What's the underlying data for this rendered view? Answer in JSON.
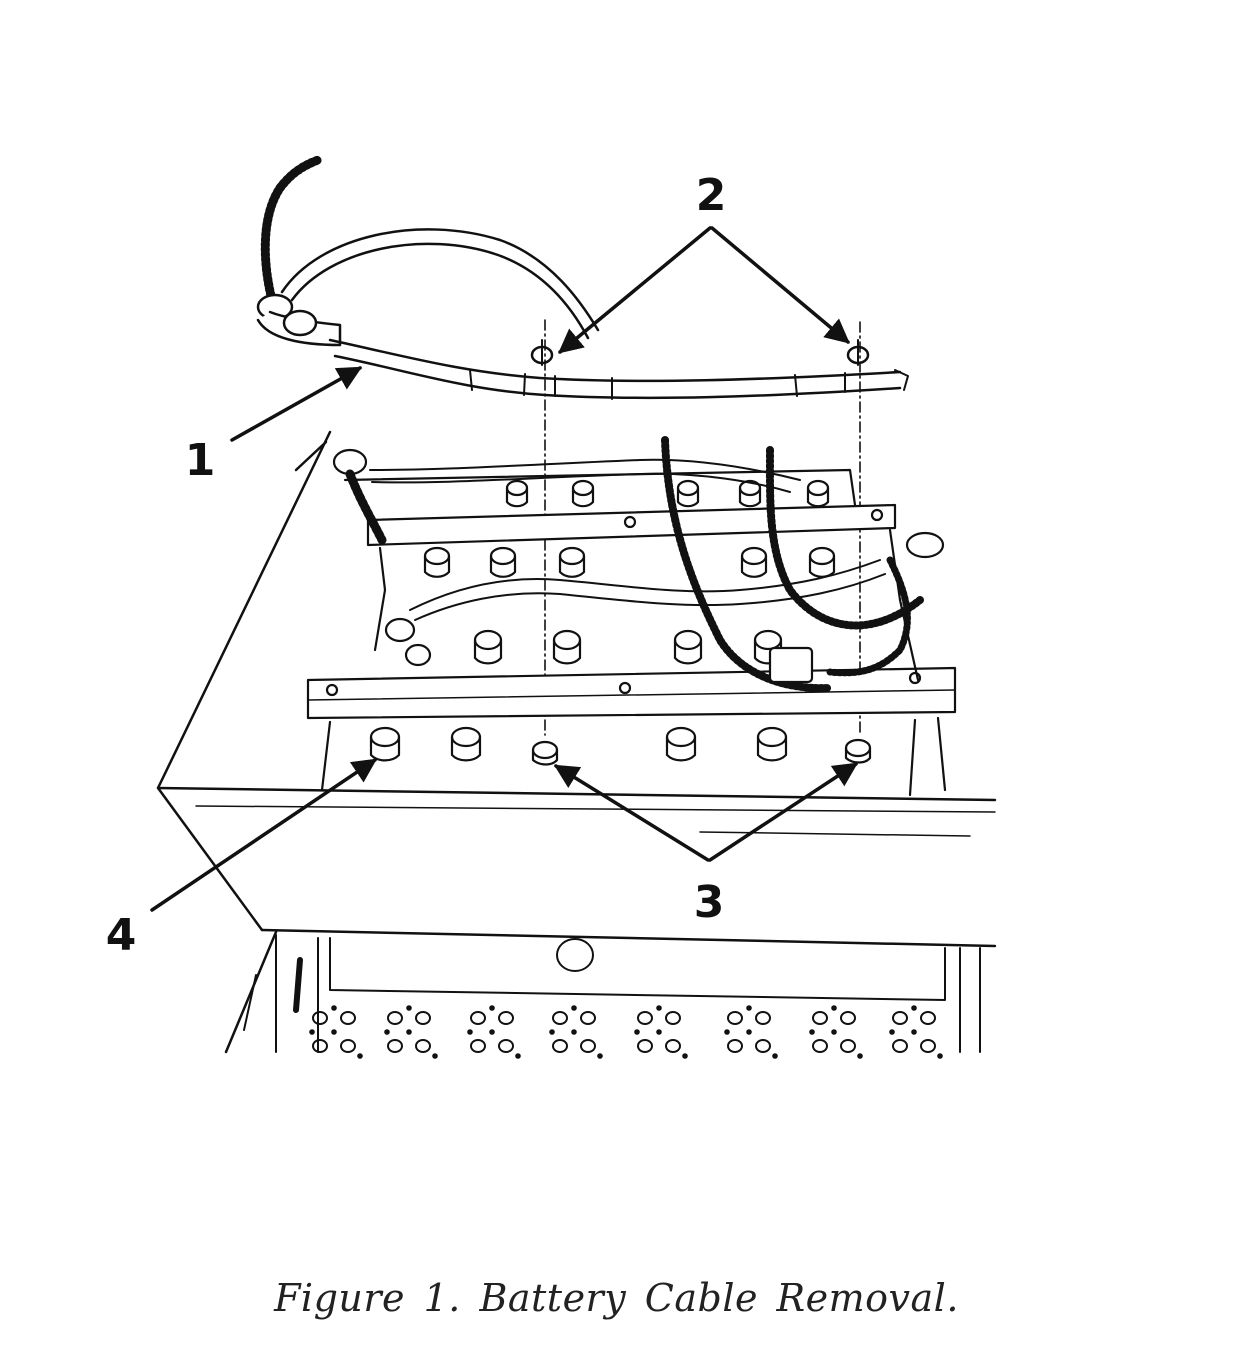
{
  "figure": {
    "caption": "Figure 1.  Battery Cable Removal.",
    "callouts": [
      {
        "id": "1",
        "label": "1"
      },
      {
        "id": "2",
        "label": "2"
      },
      {
        "id": "3",
        "label": "3"
      },
      {
        "id": "4",
        "label": "4"
      }
    ]
  },
  "colors": {
    "ink": "#111111",
    "paper": "#ffffff"
  }
}
